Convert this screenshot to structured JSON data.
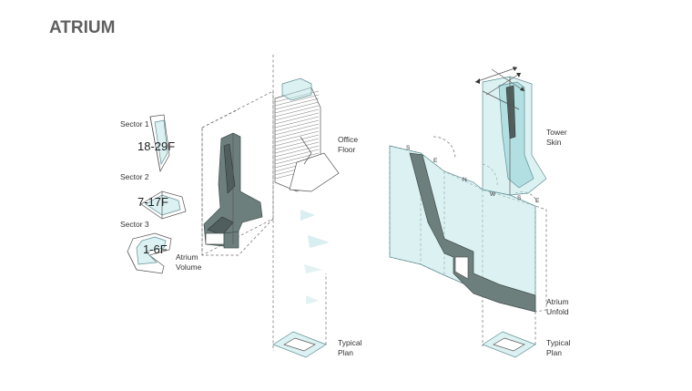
{
  "title": "ATRIUM",
  "sectors": [
    {
      "label": "Sector 1",
      "floors": "18-29F"
    },
    {
      "label": "Sector 2",
      "floors": "7-17F"
    },
    {
      "label": "Sector 3",
      "floors": "1-6F"
    }
  ],
  "left_labels": {
    "atrium_volume": [
      "Atrium",
      "Volume"
    ],
    "office_floor": [
      "Office",
      "Floor"
    ],
    "typical_plan": [
      "Typical",
      "Plan"
    ]
  },
  "right_labels": {
    "tower_skin": [
      "Tower",
      "Skin"
    ],
    "atrium_unfold": [
      "Atrium",
      "Unfold"
    ],
    "typical_plan": [
      "Typical",
      "Plan"
    ]
  },
  "compass": {
    "s": "S",
    "e": "E",
    "n": "N",
    "w": "W",
    "s2": "S",
    "e2": "E"
  }
}
